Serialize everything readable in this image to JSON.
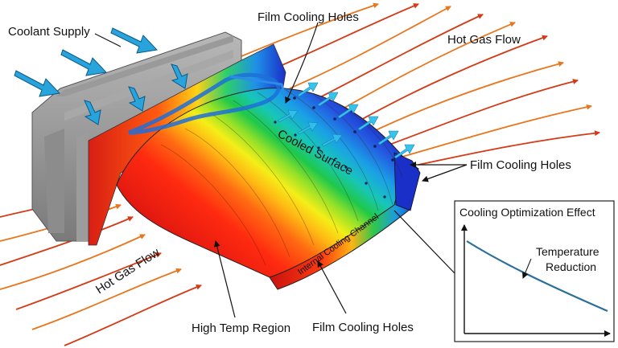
{
  "labels": {
    "coolant_supply": "Coolant Supply",
    "film_holes_top": "Film Cooling Holes",
    "hot_gas_flow_top": "Hot Gas Flow",
    "film_holes_right": "Film Cooling Holes",
    "cooled_surface": "Cooled Surface",
    "internal_channel": "Internal Cooling Channel",
    "hot_gas_flow_left": "Hot Gas Flow",
    "high_temp_region": "High Temp Region",
    "film_holes_bottom": "Film Cooling Holes"
  },
  "inset": {
    "title": "Cooling Optimization Effect",
    "curve_label_line1": "Temperature",
    "curve_label_line2": "Reduction",
    "curve_color": "#2a6f97"
  },
  "colors": {
    "hot": "#e8261c",
    "cold": "#1f3fcf",
    "coolant_arrow": "#29a3dc",
    "streamline_warm": "#e8761e",
    "streamline_hot": "#d43a16"
  }
}
